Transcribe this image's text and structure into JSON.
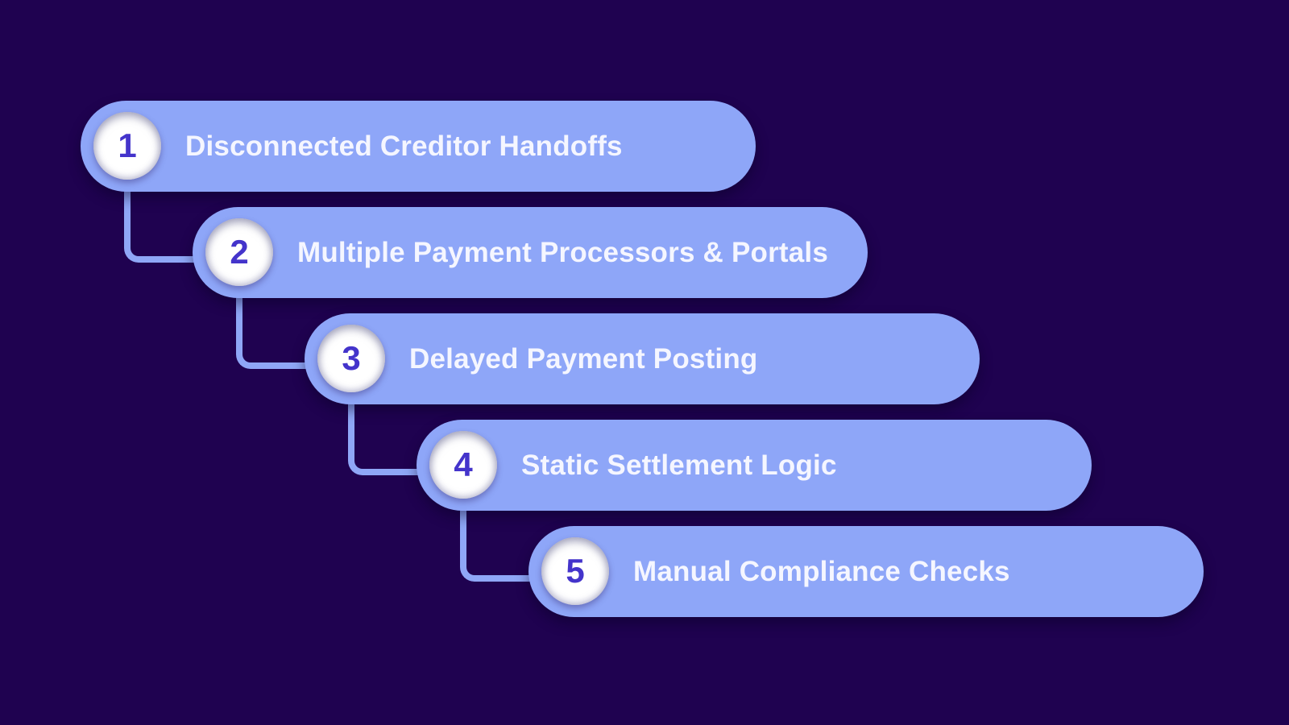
{
  "diagram": {
    "type": "cascading-step-list",
    "step_count": 5,
    "steps": [
      {
        "number": "1",
        "label": "Disconnected Creditor Handoffs"
      },
      {
        "number": "2",
        "label": "Multiple Payment Processors & Portals"
      },
      {
        "number": "3",
        "label": "Delayed Payment Posting"
      },
      {
        "number": "4",
        "label": "Static Settlement Logic"
      },
      {
        "number": "5",
        "label": "Manual Compliance Checks"
      }
    ],
    "colors": {
      "background": "#1F0250",
      "pill": "#8EA6F8",
      "connector_line": "#8FA7F7",
      "number_text": "#4434CB",
      "label_text": "#F5F6FF",
      "circle_fill": "#FFFFFF"
    }
  }
}
